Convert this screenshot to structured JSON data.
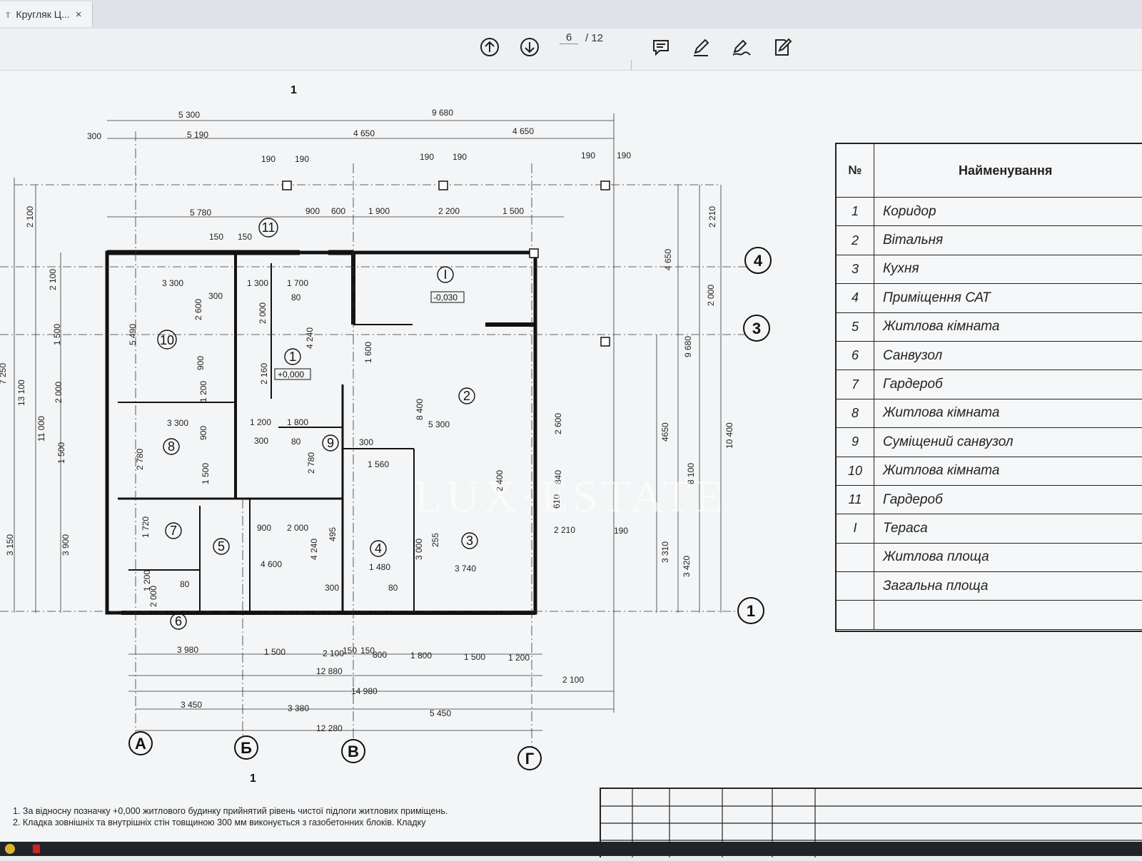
{
  "tab": {
    "title": "Кругляк Ц...",
    "close_label": "×",
    "left_char": "т"
  },
  "toolbar": {
    "page_current": "6",
    "page_total": "/ 12",
    "prev_icon": "arrow-up-circle-icon",
    "next_icon": "arrow-down-circle-icon",
    "comment_icon": "comment-icon",
    "highlight_icon": "pen-icon",
    "sign_icon": "sign-icon",
    "edit_icon": "edit-doc-icon"
  },
  "legend": {
    "header_num": "№",
    "header_name": "Найменування",
    "rows": [
      {
        "n": "1",
        "t": "Коридор"
      },
      {
        "n": "2",
        "t": "Вітальня"
      },
      {
        "n": "3",
        "t": "Кухня"
      },
      {
        "n": "4",
        "t": "Приміщення САТ"
      },
      {
        "n": "5",
        "t": "Житлова кімната"
      },
      {
        "n": "6",
        "t": "Санвузол"
      },
      {
        "n": "7",
        "t": "Гардероб"
      },
      {
        "n": "8",
        "t": "Житлова кімната"
      },
      {
        "n": "9",
        "t": "Суміщений санвузол"
      },
      {
        "n": "10",
        "t": "Житлова кімната"
      },
      {
        "n": "11",
        "t": "Гардероб"
      },
      {
        "n": "I",
        "t": "Тераса"
      },
      {
        "n": "",
        "t": "Житлова площа"
      },
      {
        "n": "",
        "t": "Загальна площа"
      },
      {
        "n": "",
        "t": ""
      }
    ]
  },
  "plan": {
    "axes_letters": [
      "А",
      "Б",
      "В",
      "Г"
    ],
    "axes_numbers": [
      "4",
      "3",
      "1"
    ],
    "rooms": [
      "1",
      "2",
      "3",
      "4",
      "5",
      "6",
      "7",
      "8",
      "9",
      "10",
      "11",
      "I"
    ],
    "levels": [
      "+0,000",
      "-0,030"
    ],
    "section_mark": "1",
    "dims_top": [
      "5 300",
      "9 680",
      "5 190",
      "4 650",
      "4 650",
      "300"
    ],
    "dims_second": [
      "5 780",
      "900",
      "600",
      "1 900",
      "2 200",
      "1 500"
    ],
    "dims_bottom": [
      "3 980",
      "1 500",
      "2 100",
      "800",
      "1 800",
      "1 500",
      "1 200",
      "12 880",
      "14 980",
      "2 100",
      "3 450",
      "3 380",
      "5 450",
      "12 280"
    ],
    "dims_left": [
      "2 100",
      "2 100",
      "1 500",
      "2 000",
      "1 500",
      "3 900",
      "3 150",
      "13 100",
      "11 000",
      "7 250"
    ],
    "dims_right": [
      "2 210",
      "4 650",
      "2 000",
      "9 680",
      "10 400",
      "8 100",
      "4650",
      "3 310",
      "3 420",
      "190"
    ],
    "dims_inner": [
      "3 300",
      "1 300",
      "1 700",
      "3 300",
      "1 200",
      "1 800",
      "5 300",
      "4 600",
      "2 000",
      "900",
      "1 560",
      "1 480",
      "3 740",
      "2 210",
      "5 490",
      "8 400",
      "2 400",
      "3 000",
      "4 240",
      "4 240",
      "2 160",
      "2 600",
      "2 000",
      "1 600",
      "2 780",
      "2 780",
      "1 720",
      "1 200",
      "1 500",
      "1 200",
      "900",
      "900",
      "190",
      "190",
      "190",
      "190",
      "190",
      "190",
      "150",
      "150",
      "300",
      "300",
      "300",
      "300",
      "80",
      "80",
      "80",
      "80",
      "840",
      "610",
      "255",
      "495",
      "2 000",
      "150",
      "150",
      "2 600"
    ]
  },
  "notes": [
    "1. За відносну позначку +0,000 житлового будинку прийнятий рівень чистої підлоги житлових приміщень.",
    "2. Кладка зовнішніх та внутрішніх стін товщиною 300 мм виконується з газобетонних блоків. Кладку"
  ],
  "watermark": "LUX·ESTATE"
}
